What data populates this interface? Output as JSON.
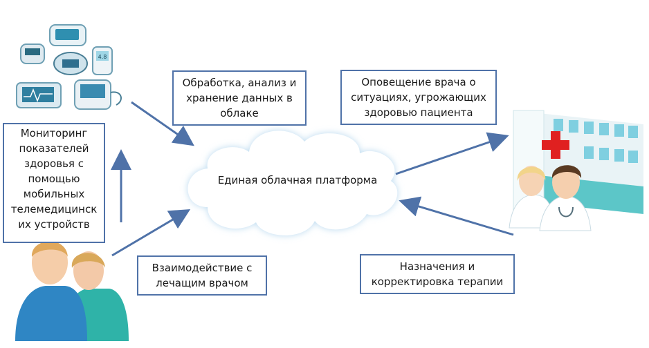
{
  "boxes": {
    "monitoring": {
      "lines": [
        "Мониторинг",
        "показателей",
        "здоровья с",
        "помощью",
        "мобильных",
        "телемедицинск",
        "их устройств"
      ]
    },
    "processing": {
      "lines": [
        "Обработка, анализ и",
        "хранение данных в",
        "облаке"
      ]
    },
    "notification": {
      "lines": [
        "Оповещение врача о",
        "ситуациях, угрожающих",
        "здоровью пациента"
      ]
    },
    "interaction": {
      "lines": [
        "Взаимодействие с",
        "лечащим врачом"
      ]
    },
    "prescriptions": {
      "lines": [
        "Назначения и",
        "корректировка терапии"
      ]
    }
  },
  "cloud": {
    "label": "Единая облачная платформа"
  },
  "colors": {
    "arrow": "#4f72a8",
    "box_border": "#4f72a8",
    "cloud_fill": "#ffffff",
    "cloud_glow": "#b9d9ef",
    "hospital_teal": "#5cc6c8",
    "cross_red": "#e02020"
  },
  "icons": [
    "medical-devices-icon",
    "patients-icon",
    "hospital-doctors-icon"
  ]
}
